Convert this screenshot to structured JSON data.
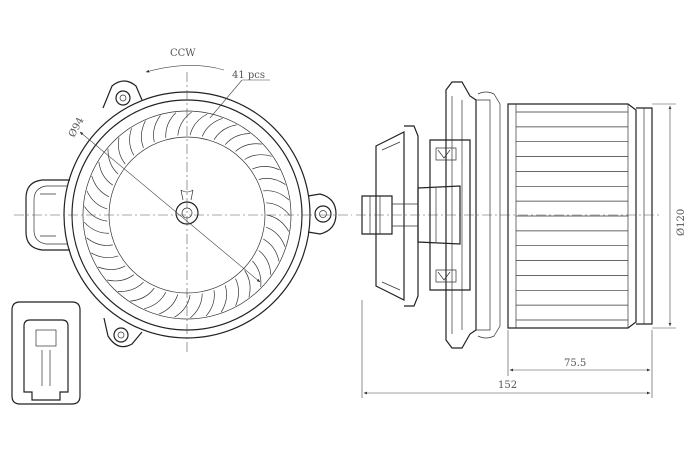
{
  "annotations": {
    "rotation": "CCW",
    "blade_count": "41 pcs",
    "wheel_diameter": "Ø94",
    "housing_diameter": "Ø120",
    "motor_length": "75.5",
    "overall_length": "152"
  },
  "fan": {
    "blade_count_value": 41
  },
  "colors": {
    "line": "#222222",
    "dimension_text": "#555555",
    "background": "#ffffff"
  }
}
